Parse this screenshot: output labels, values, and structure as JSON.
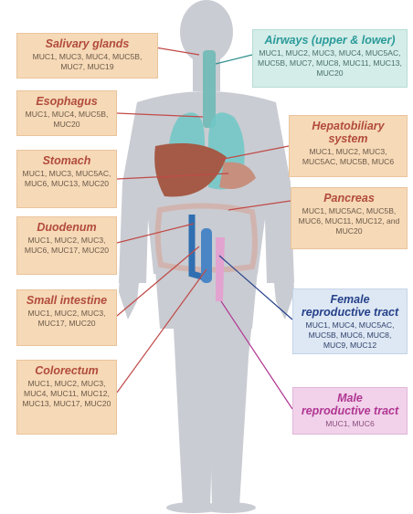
{
  "labels": {
    "salivary": {
      "title": "Salivary glands",
      "genes": "MUC1, MUC3, MUC4, MUC5B, MUC7, MUC19"
    },
    "airways": {
      "title": "Airways (upper & lower)",
      "genes": "MUC1, MUC2, MUC3, MUC4, MUC5AC, MUC5B, MUC7, MUC8, MUC11, MUC13, MUC20"
    },
    "esophagus": {
      "title": "Esophagus",
      "genes": "MUC1, MUC4, MUC5B, MUC20"
    },
    "hepatobiliary": {
      "title_line1": "Hepatobiliary",
      "title_line2": "system",
      "genes": "MUC1, MUC2, MUC3, MUC5AC, MUC5B, MUC6"
    },
    "stomach": {
      "title": "Stomach",
      "genes": "MUC1, MUC3, MUC5AC, MUC6, MUC13, MUC20"
    },
    "pancreas": {
      "title": "Pancreas",
      "genes": "MUC1, MUC5AC, MUC5B, MUC6, MUC11, MUC12, and MUC20"
    },
    "duodenum": {
      "title": "Duodenum",
      "genes": "MUC1, MUC2, MUC3, MUC6, MUC17, MUC20"
    },
    "small_intestine": {
      "title": "Small intestine",
      "genes": "MUC1, MUC2, MUC3, MUC17, MUC20"
    },
    "female": {
      "title_line1": "Female",
      "title_line2": "reproductive tract",
      "genes": "MUC1, MUC4, MUC5AC, MUC5B, MUC6, MUC8, MUC9, MUC12"
    },
    "colorectum": {
      "title": "Colorectum",
      "genes": "MUC1, MUC2, MUC3, MUC4, MUC11, MUC12, MUC13, MUC17, MUC20"
    },
    "male": {
      "title_line1": "Male",
      "title_line2": "reproductive tract",
      "genes": "MUC1, MUC6"
    }
  },
  "colors": {
    "peach": "#f6d9b7",
    "teal": "#d4ede8",
    "blue": "#dde8f4",
    "pink": "#f1d2ea",
    "body": "#c9ccd2",
    "lungs": "#6fc7c7",
    "liver": "#a45a46",
    "leader": "#c04a48"
  }
}
